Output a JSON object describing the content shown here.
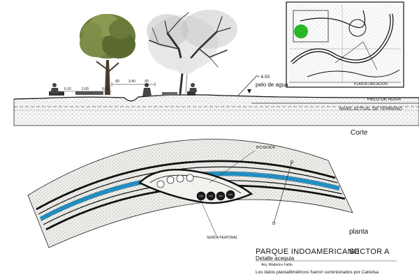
{
  "section": {
    "elevation_label": "+ 6.50",
    "water_label": "pelo de agua",
    "water_level_label": "PELO DE AGUA",
    "terrain_label": "NIVEL ACTUAL DE TERRENO",
    "dims": [
      "0.10",
      "2.00",
      "0.10",
      ".60",
      "3.40",
      ".60"
    ],
    "title": "Corte"
  },
  "location_plan": {
    "label": "PLANTA UBICACION",
    "highlight_color": "#2bb52b"
  },
  "plan": {
    "label_bicisenda": "BICISENDA",
    "label_senda": "SENDA PEATONAL",
    "title": "planta",
    "channel_color": "#1e8fc4"
  },
  "title_block": {
    "project": "PARQUE INDOAMERICANO",
    "sector": "SECTOR A",
    "subtitle": "Detalle acequia",
    "architect": "Arq. Modorico Falito",
    "credit": "Los datos planialtimétricos fueron suministrados por Catrelsa"
  }
}
